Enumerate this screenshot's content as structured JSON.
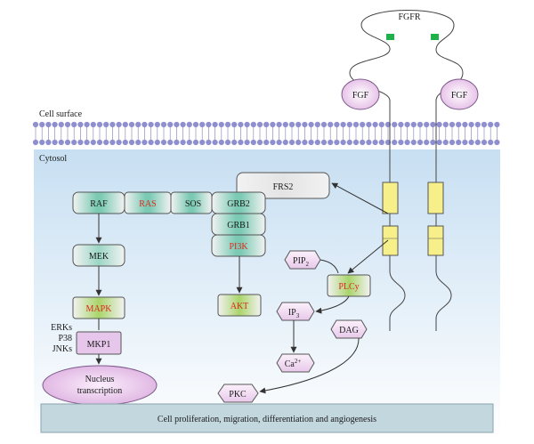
{
  "labels": {
    "fgfr": "FGFR",
    "fgf_left": "FGF",
    "fgf_right": "FGF",
    "cell_surface": "Cell surface",
    "cytosol": "Cytosol",
    "frs2": "FRS2",
    "raf": "RAF",
    "ras": "RAS",
    "sos": "SOS",
    "grb2": "GRB2",
    "grb1": "GRB1",
    "pi3k": "PI3K",
    "mek": "MEK",
    "mapk": "MAPK",
    "akt": "AKT",
    "erks": "ERKs",
    "p38": "P38",
    "jnks": "JNKs",
    "mkp1": "MKP1",
    "nucleus_line1": "Nucleus",
    "nucleus_line2": "transcription",
    "pip2_main": "PIP",
    "pip2_sub": "2",
    "plcy": "PLCy",
    "ip3_main": "IP",
    "ip3_sub": "3",
    "dag": "DAG",
    "ca_main": "Ca",
    "ca_sup": "2+",
    "pkc": "PKC",
    "outcome": "Cell proliferation, migration, differentiation and angiogenesis"
  },
  "colors": {
    "highlight_text": "#e0261d",
    "receptor_marker": "#1fb14a",
    "receptor_segment": "#f7f08a",
    "cytosol_top": "#c7dff2",
    "cytosol_bottom": "#ffffff",
    "membrane_head": "#8f8fd0",
    "ligand_fill": "#e9c6ea",
    "node_fill": "#ececec",
    "node_teal": "#1fa58c",
    "node_green": "#8fc63f",
    "outcome_bar": "#c3d7df"
  }
}
